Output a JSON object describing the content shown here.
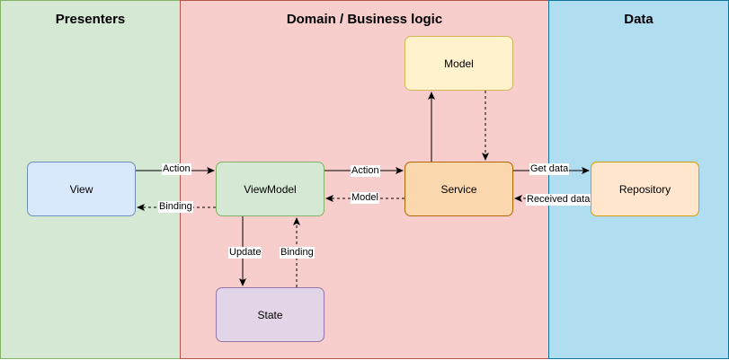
{
  "lanes": {
    "presenters": "Presenters",
    "domain": "Domain / Business logic",
    "data": "Data"
  },
  "nodes": {
    "view": "View",
    "viewmodel": "ViewModel",
    "state": "State",
    "model": "Model",
    "service": "Service",
    "repository": "Repository"
  },
  "edges": {
    "view_to_viewmodel": "Action",
    "viewmodel_to_view": "Binding",
    "viewmodel_to_state": "Update",
    "state_to_viewmodel": "Binding",
    "viewmodel_to_service": "Action",
    "service_to_viewmodel": "Model",
    "service_to_repository": "Get data",
    "repository_to_service": "Received data"
  },
  "colors": {
    "presenters_fill": "#d5e8d4",
    "presenters_stroke": "#82b366",
    "domain_fill": "#f8cecc",
    "domain_stroke": "#b85450",
    "data_fill": "#b1ddf0",
    "data_stroke": "#10739e",
    "view_fill": "#dae8fc",
    "view_stroke": "#6c8ebf",
    "viewmodel_fill": "#d5e8d4",
    "state_fill": "#e1d5e7",
    "state_stroke": "#9673a6",
    "model_fill": "#fff2cc",
    "model_stroke": "#d6b656",
    "service_fill": "#fad7ac",
    "service_stroke": "#b46504",
    "repository_fill": "#ffe6cc",
    "repository_stroke": "#d79b00"
  }
}
